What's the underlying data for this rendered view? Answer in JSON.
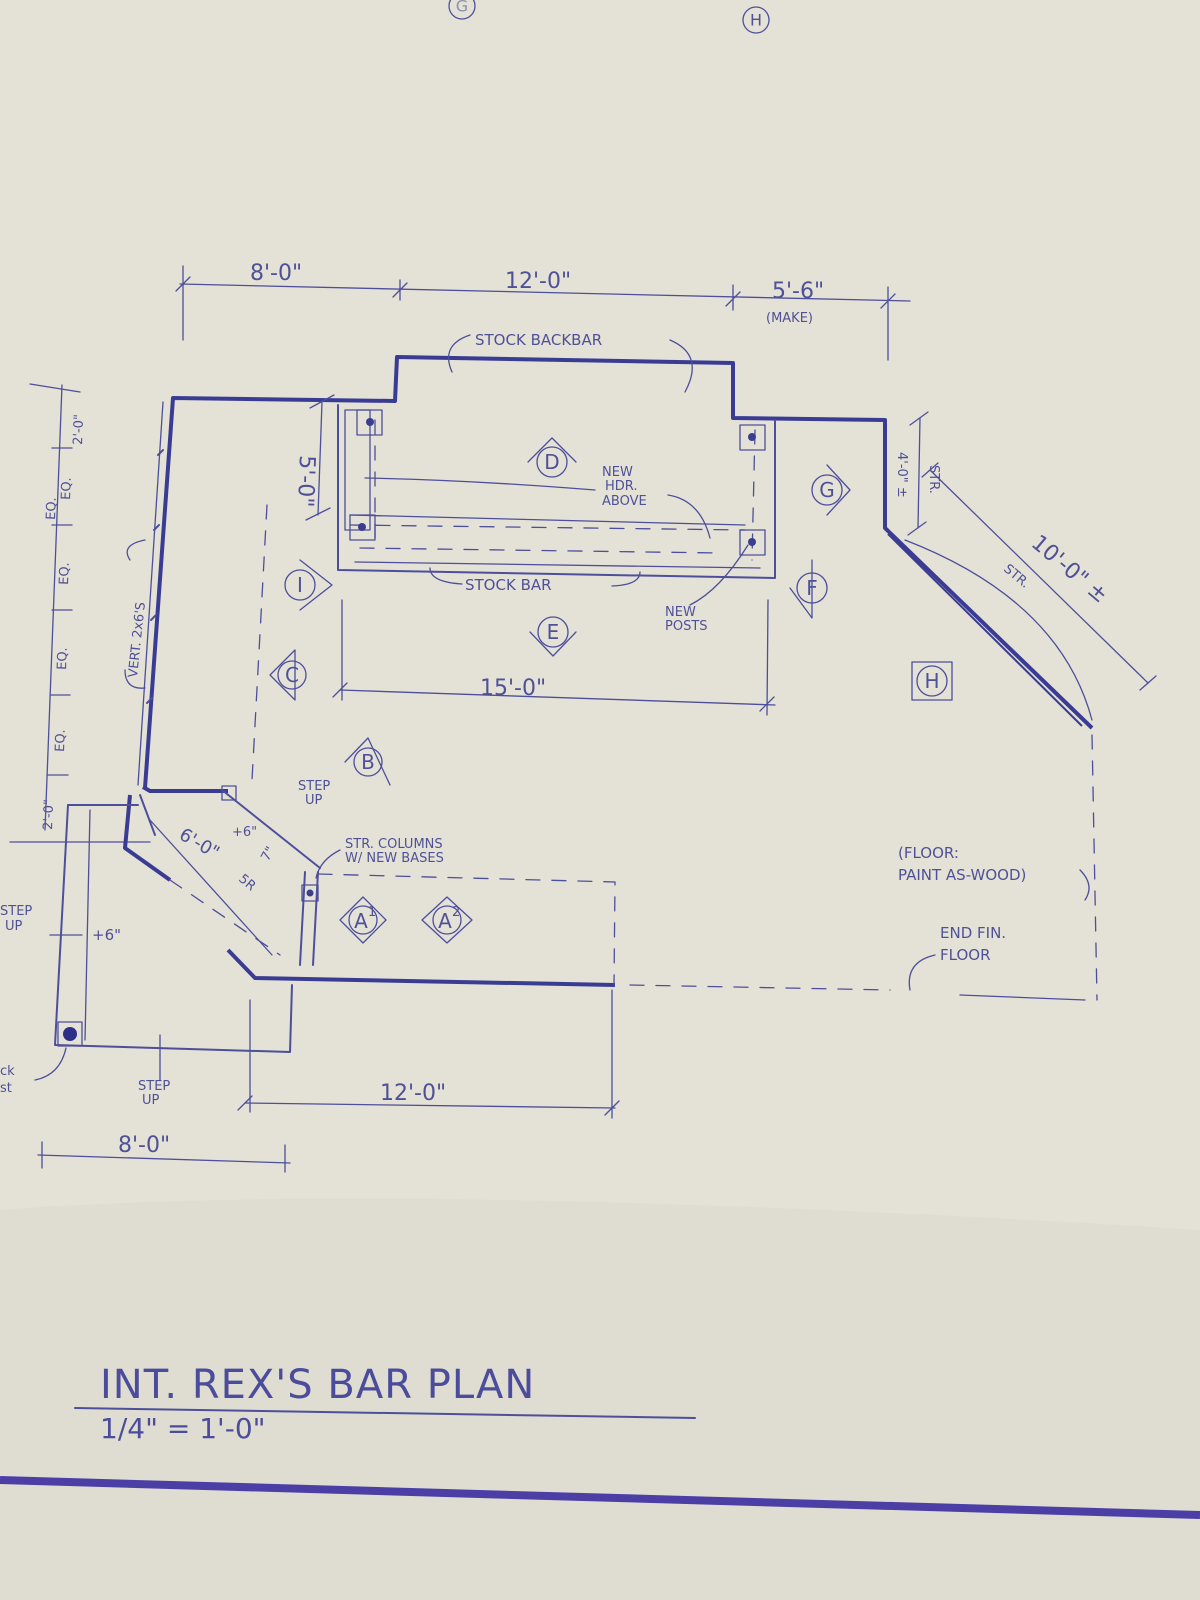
{
  "grid_marks": {
    "g": "G",
    "h": "H"
  },
  "dimensions": {
    "top_left": "8'-0\"",
    "top_middle": "12'-0\"",
    "top_right": "5'-6\"",
    "top_right_note": "(MAKE)",
    "bar_depth": "5'-0\"",
    "bar_length": "15'-0\"",
    "bottom_middle": "12'-0\"",
    "bottom_left": "8'-0\"",
    "diagonal": "10'-0\" ±",
    "diagonal_note": "STR.",
    "right_short": "4'-0\" ±",
    "right_short_note": "STR.",
    "left_top": "2'-0\"",
    "left_bottom": "2'-0\"",
    "left_eq": [
      "EQ.",
      "EQ.",
      "EQ.",
      "EQ.",
      "EQ."
    ],
    "steps_run": "6'-0\"",
    "steps_note": "5R",
    "step_rise": "7\"",
    "step_plus": "+6\"",
    "step_up_plus": "+6\""
  },
  "notes": {
    "stock_backbar": "STOCK BACKBAR",
    "new_hdr_above": [
      "NEW",
      "HDR.",
      "ABOVE"
    ],
    "stock_bar": "STOCK BAR",
    "new_posts": [
      "NEW",
      "POSTS"
    ],
    "vert_2x6s": "VERT. 2x6'S",
    "step_up_top": [
      "STEP",
      "UP"
    ],
    "str_columns": [
      "STR. COLUMNS",
      "W/ NEW BASES"
    ],
    "floor_paint": [
      "(FLOOR:",
      "PAINT AS-WOOD)"
    ],
    "end_fin_floor": [
      "END FIN.",
      "FLOOR"
    ],
    "step_up_left": [
      "STEP",
      "UP"
    ],
    "step_up_bottom": [
      "STEP",
      "UP"
    ],
    "existing_post": [
      "ck",
      "st"
    ]
  },
  "section_tags": {
    "A1": "A",
    "A1_sup": "1",
    "A2": "A",
    "A2_sup": "2",
    "B": "B",
    "C": "C",
    "D": "D",
    "E": "E",
    "F": "F",
    "G": "G",
    "H": "H",
    "I": "I"
  },
  "title": {
    "name": "INT. REX'S BAR PLAN",
    "scale": "1/4\" = 1'-0\""
  }
}
